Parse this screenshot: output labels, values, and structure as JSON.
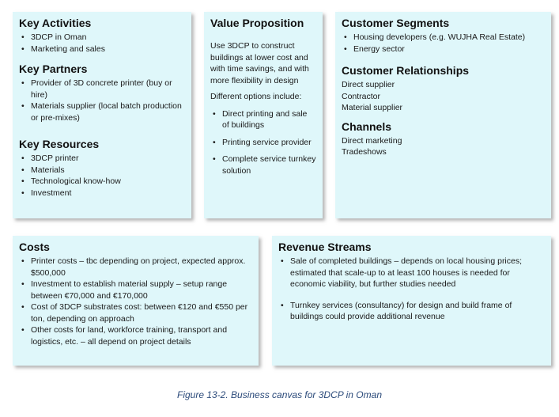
{
  "key_activities": {
    "title": "Key Activities",
    "items": [
      "3DCP in Oman",
      "Marketing and sales"
    ]
  },
  "key_partners": {
    "title": "Key Partners",
    "items": [
      "Provider of 3D concrete printer (buy or hire)",
      "Materials supplier (local batch production or pre-mixes)"
    ]
  },
  "key_resources": {
    "title": "Key Resources",
    "items": [
      "3DCP printer",
      "Materials",
      "Technological know-how",
      "Investment"
    ]
  },
  "value_proposition": {
    "title": "Value Proposition",
    "intro": "Use 3DCP to construct buildings at lower cost and with time savings, and with more flexibility in design",
    "options_label": "Different options include:",
    "items": [
      "Direct printing and sale of buildings",
      "Printing service provider",
      "Complete service turnkey solution"
    ]
  },
  "customer_segments": {
    "title": "Customer Segments",
    "items": [
      "Housing developers (e.g. WUJHA Real Estate)",
      "Energy sector"
    ]
  },
  "customer_relationships": {
    "title": "Customer Relationships",
    "lines": [
      "Direct supplier",
      "Contractor",
      "Material supplier"
    ]
  },
  "channels": {
    "title": "Channels",
    "lines": [
      "Direct marketing",
      "Tradeshows"
    ]
  },
  "costs": {
    "title": "Costs",
    "items": [
      "Printer costs – tbc depending on project, expected approx. $500,000",
      "Investment to establish material supply – setup range between €70,000 and €170,000",
      "Cost of 3DCP substrates cost: between €120 and €550 per ton, depending on approach",
      "Other costs for land, workforce training, transport and logistics, etc. – all depend on project details"
    ]
  },
  "revenue_streams": {
    "title": "Revenue Streams",
    "items": [
      "Sale of completed buildings – depends on local housing prices; estimated that scale-up to at least 100 houses is needed for economic viability, but further studies needed",
      "Turnkey services (consultancy) for design and build frame of buildings could provide additional revenue"
    ]
  },
  "caption": "Figure 13-2. Business canvas for 3DCP in Oman"
}
